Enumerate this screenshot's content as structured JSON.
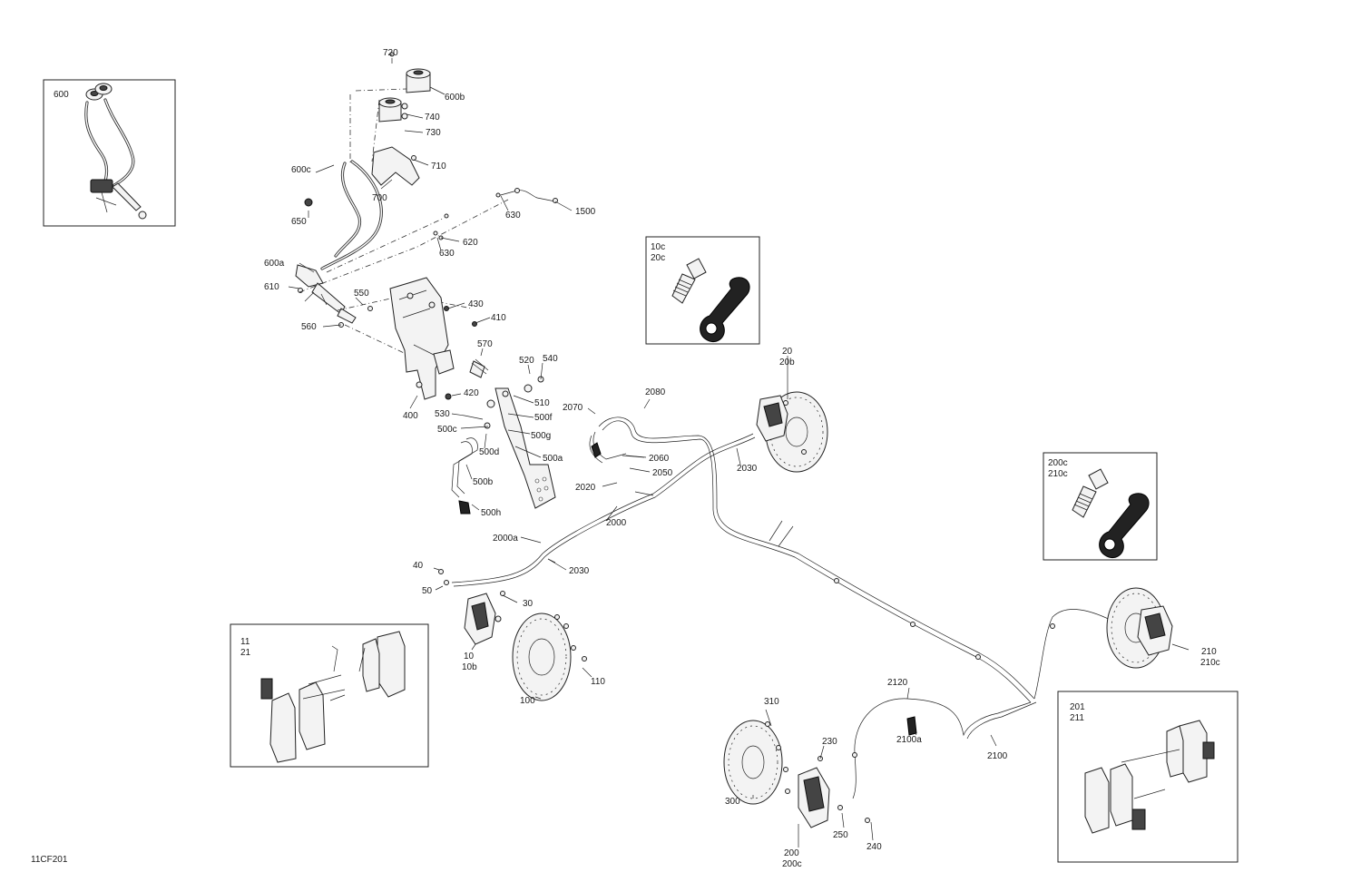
{
  "figure_code": "11CF201",
  "insets": {
    "reservoir_assembly": {
      "lines": [
        "600"
      ]
    },
    "front_bleeder": {
      "lines": [
        "10c",
        "20c"
      ]
    },
    "rear_bleeder": {
      "lines": [
        "200c",
        "210c"
      ]
    },
    "front_pads": {
      "lines": [
        "11",
        "21"
      ]
    },
    "rear_pads": {
      "lines": [
        "201",
        "211"
      ]
    }
  },
  "callouts": {
    "c720": "720",
    "c600b": "600b",
    "c740": "740",
    "c730": "730",
    "c710": "710",
    "c700": "700",
    "c600c": "600c",
    "c650": "650",
    "c630a": "630",
    "c1500": "1500",
    "c620": "620",
    "c630b": "630",
    "c600a": "600a",
    "c610": "610",
    "c550": "550",
    "c560": "560",
    "c430": "430",
    "c410": "410",
    "c570": "570",
    "c520": "520",
    "c540": "540",
    "c510": "510",
    "c420": "420",
    "c400": "400",
    "c530": "530",
    "c500f": "500f",
    "c500c": "500c",
    "c500g": "500g",
    "c500d": "500d",
    "c500a": "500a",
    "c500b": "500b",
    "c500h": "500h",
    "c2070": "2070",
    "c2080": "2080",
    "c2060": "2060",
    "c2050": "2050",
    "c2030a": "2030",
    "c2020": "2020",
    "c2000": "2000",
    "c2000a": "2000a",
    "c2030b": "2030",
    "c20": "20",
    "c20b": "20b",
    "c40": "40",
    "c50": "50",
    "c30": "30",
    "c10": "10",
    "c10b": "10b",
    "c110": "110",
    "c100": "100",
    "c210": "210",
    "c210c": "210c",
    "c2120": "2120",
    "c2100a": "2100a",
    "c2100": "2100",
    "c310": "310",
    "c230": "230",
    "c300": "300",
    "c250": "250",
    "c240": "240",
    "c200": "200",
    "c200c": "200c"
  }
}
